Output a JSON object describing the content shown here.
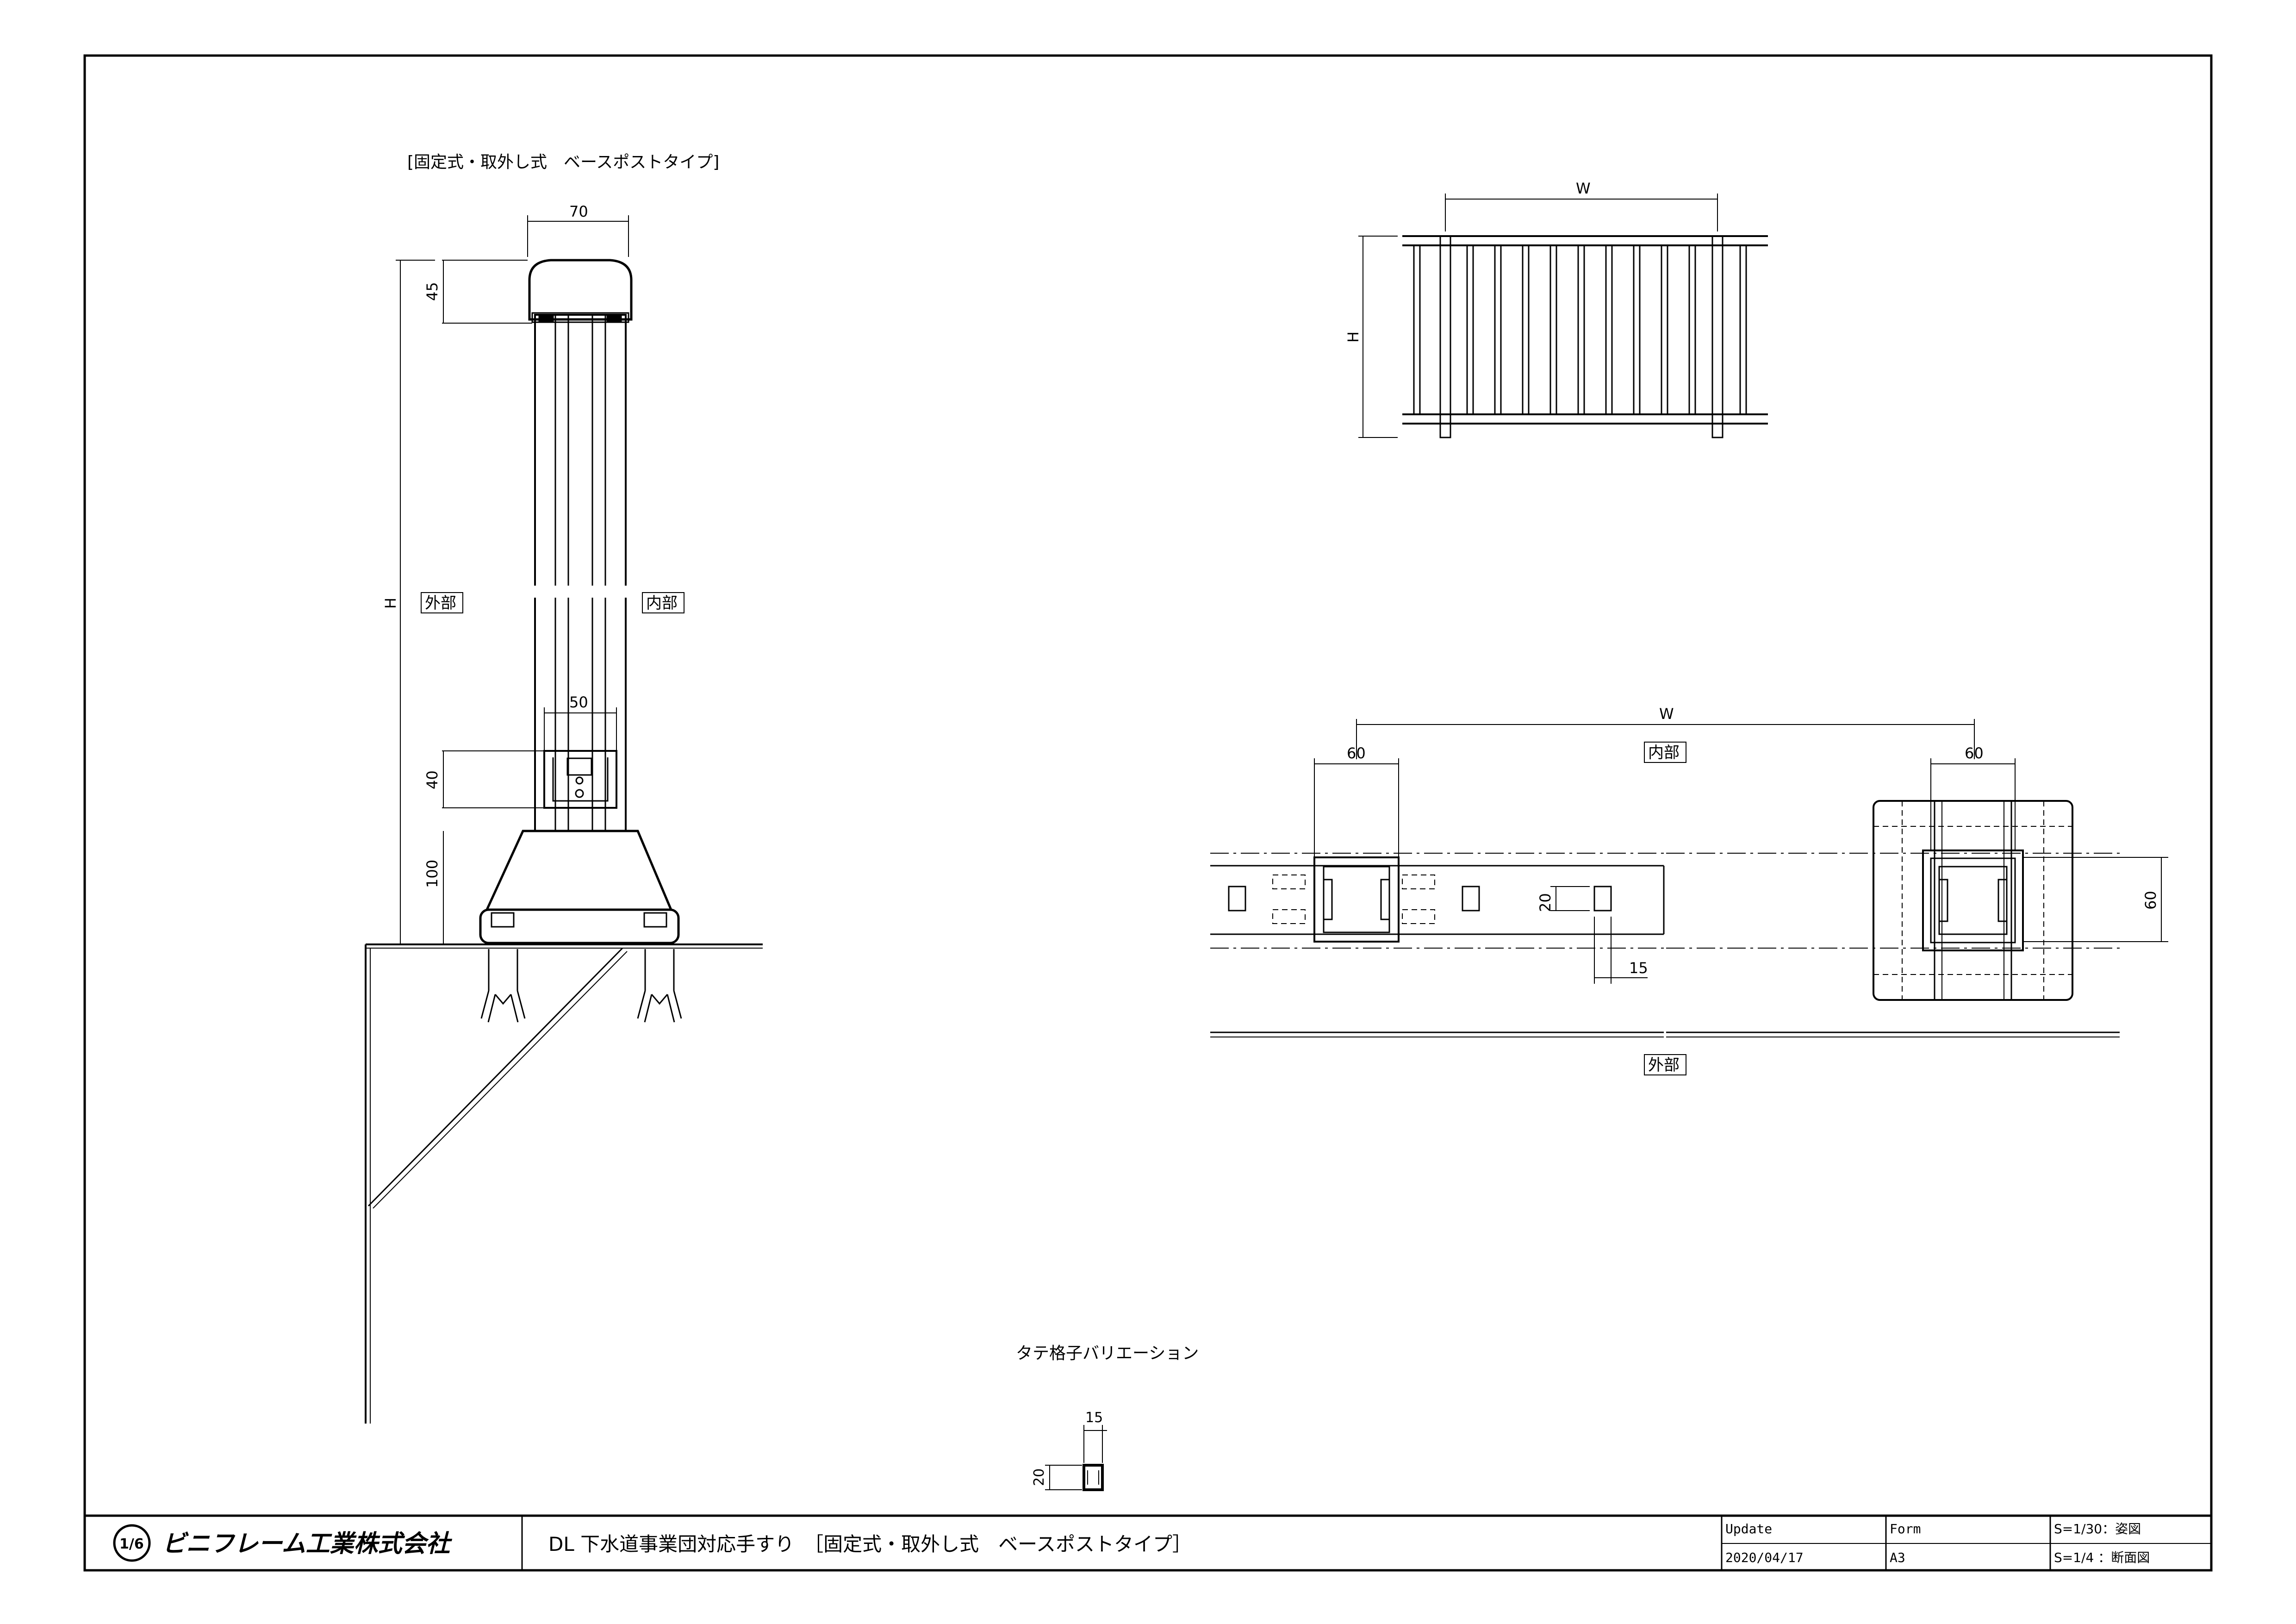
{
  "drawing": {
    "elevation_title": "[固定式・取外し式　ベースポストタイプ]",
    "dim_top_width": "70",
    "dim_cap_height": "45",
    "dim_total_height": "H",
    "dim_base_height": "100",
    "dim_bracket_height": "40",
    "dim_bracket_width": "50",
    "label_outside": "外部",
    "label_inside": "内部",
    "panel_dim_width": "W",
    "panel_dim_height": "H",
    "plan_dim_width": "W",
    "plan_label_inside": "内部",
    "plan_label_outside": "外部",
    "plan_dim_post_left": "60",
    "plan_dim_post_right": "60",
    "plan_dim_post_depth": "60",
    "plan_dim_slot_height": "20",
    "plan_dim_slot_width": "15",
    "variation_title": "タテ格子バリエーション",
    "variation_dim_width": "15",
    "variation_dim_height": "20"
  },
  "title_block": {
    "company": "ビニフレーム工業株式会社",
    "logo_text": "1/6",
    "product_title": "DL 下水道事業団対応手すり　［固定式・取外し式　ベースポストタイプ］",
    "update_label": "Update",
    "update_value": "2020/04/17",
    "form_label": "Form",
    "form_value": "A3",
    "scale_1": "S=1/30：姿図",
    "scale_2": "S=1/4 ：断面図"
  }
}
